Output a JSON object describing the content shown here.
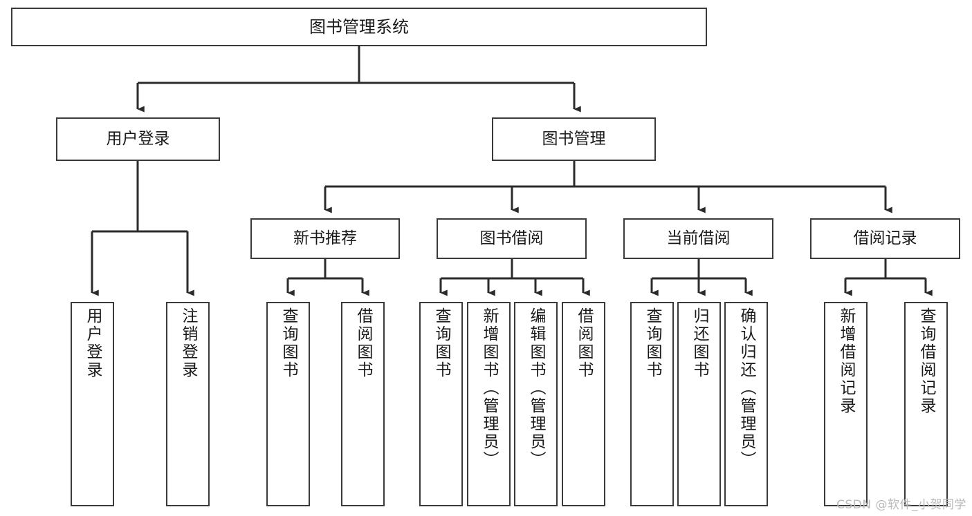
{
  "diagram": {
    "title": "图书管理系统",
    "type": "hierarchy-tree",
    "colors": {
      "box_border": "#3a3a3a",
      "box_fill": "#ffffff",
      "edge": "#2b2b2b",
      "text": "#1a1a1a",
      "watermark": "#b9b9b9"
    },
    "nodes": {
      "root": {
        "label": "图书管理系统"
      },
      "level2": [
        {
          "id": "user-login",
          "label": "用户登录"
        },
        {
          "id": "book-management",
          "label": "图书管理"
        }
      ],
      "level3": [
        {
          "id": "new-book-recommend",
          "label": "新书推荐"
        },
        {
          "id": "book-borrow",
          "label": "图书借阅"
        },
        {
          "id": "current-borrow",
          "label": "当前借阅"
        },
        {
          "id": "borrow-record",
          "label": "借阅记录"
        }
      ],
      "leaves": {
        "user-login": [
          {
            "id": "leaf-user-login",
            "label": "用户登录"
          },
          {
            "id": "leaf-logout",
            "label": "注销登录"
          }
        ],
        "new-book-recommend": [
          {
            "id": "leaf-query-book-1",
            "label": "查询图书"
          },
          {
            "id": "leaf-borrow-book-1",
            "label": "借阅图书"
          }
        ],
        "book-borrow": [
          {
            "id": "leaf-query-book-2",
            "label": "查询图书"
          },
          {
            "id": "leaf-add-book",
            "label": "新增图书（管理员）"
          },
          {
            "id": "leaf-edit-book",
            "label": "编辑图书（管理员）"
          },
          {
            "id": "leaf-borrow-book-2",
            "label": "借阅图书"
          }
        ],
        "current-borrow": [
          {
            "id": "leaf-query-book-3",
            "label": "查询图书"
          },
          {
            "id": "leaf-return-book",
            "label": "归还图书"
          },
          {
            "id": "leaf-confirm-return",
            "label": "确认归还（管理员）"
          }
        ],
        "borrow-record": [
          {
            "id": "leaf-add-record",
            "label": "新增借阅记录"
          },
          {
            "id": "leaf-query-record",
            "label": "查询借阅记录"
          }
        ]
      }
    },
    "watermark": "CSDN @软件_小贺同学"
  }
}
